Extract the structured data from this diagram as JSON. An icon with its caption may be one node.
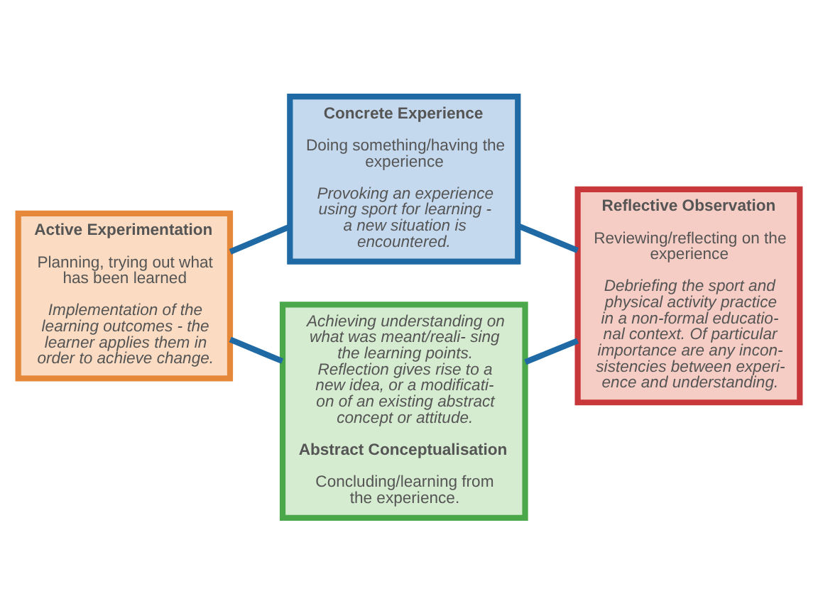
{
  "diagram": {
    "nodes": [
      {
        "text": [
          "Concrete Experience",
          "Doing something/having the experience",
          "Provoking an experience using sport for learning - a new situation is encountered."
        ]
      },
      {
        "text": [
          "Reflective Observation",
          "Reviewing/reflecting on the experience",
          "Debriefing the sport and physical activity practice in a non-formal educatio- nal context. Of particular importance are any incon- sistencies between experi- ence and understanding."
        ]
      },
      {
        "text": [
          "Achieving understanding on what was meant/reali- sing the learning points. Reflection gives rise to a new idea, or a modificati- on of an existing abstract concept or attitude.",
          "Abstract Conceptualisation",
          "Concluding/learning from the experience."
        ]
      },
      {
        "text": [
          "Active Experimentation",
          "Planning, trying out what has been learned",
          "Implementation of the learning outcomes - the learner applies them in order to achieve change."
        ]
      }
    ],
    "edges": [
      {
        "from": 0,
        "to": 1,
        "arrow": "none"
      },
      {
        "from": 1,
        "to": 2,
        "arrow": "none"
      },
      {
        "from": 2,
        "to": 3,
        "arrow": "none"
      },
      {
        "from": 3,
        "to": 0,
        "arrow": "none"
      }
    ]
  }
}
